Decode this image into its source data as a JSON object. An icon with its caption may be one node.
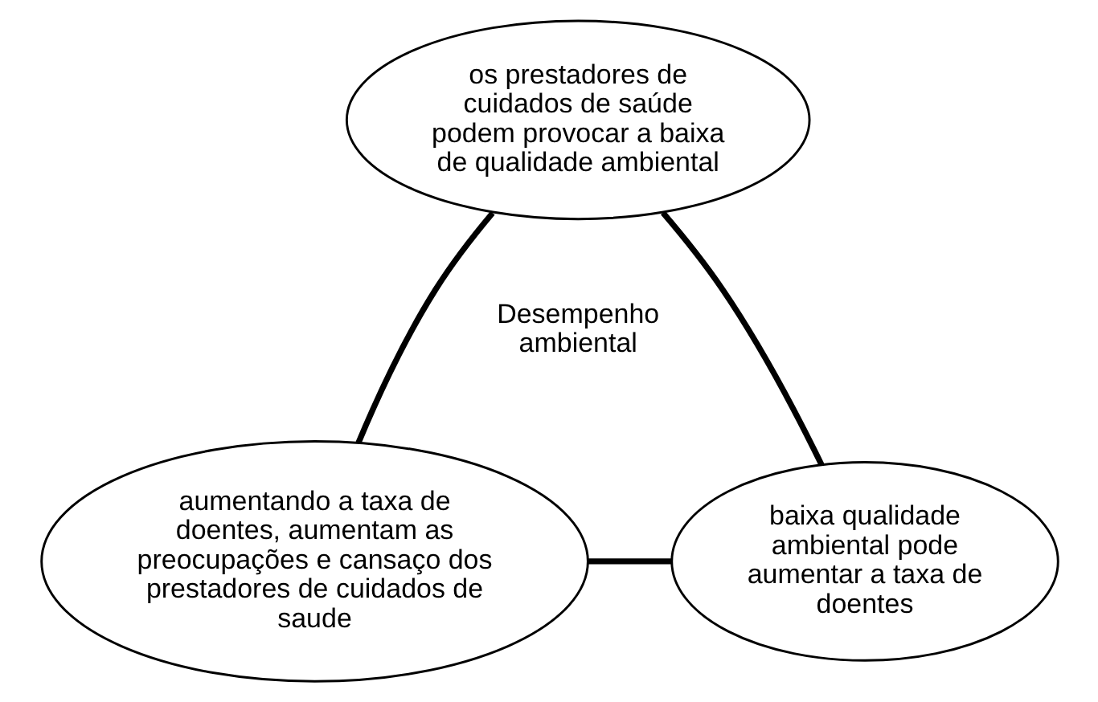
{
  "diagram": {
    "nodes": [
      {
        "text": [
          "os prestadores de cuidados de saúde podem provocar a baixa de qualidade ambiental"
        ]
      },
      {
        "text": [
          "Desempenho ambiental"
        ]
      },
      {
        "text": [
          "aumentando a taxa de doentes, aumentam as preocupações e cansaço dos prestadores de cuidados de saude"
        ]
      },
      {
        "text": [
          "baixa qualidade ambiental pode aumentar a taxa de doentes"
        ]
      }
    ],
    "edges": [
      {
        "from": 0,
        "to": 2,
        "arrow": "none"
      },
      {
        "from": 0,
        "to": 3,
        "arrow": "none"
      },
      {
        "from": 2,
        "to": 3,
        "arrow": "none"
      }
    ]
  }
}
